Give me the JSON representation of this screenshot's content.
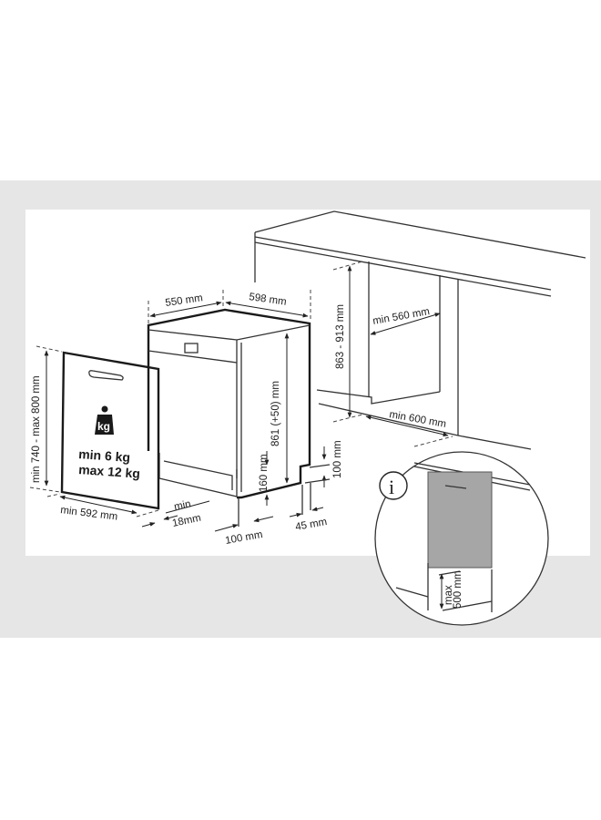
{
  "colors": {
    "background_band": "#e6e6e6",
    "panel": "#ffffff",
    "line": "#222222",
    "inset_door": "#a6a6a6"
  },
  "door": {
    "height": "min 740 - max 800 mm",
    "width": "min 592 mm",
    "weight_icon": "kg",
    "weight_min": "min  6 kg",
    "weight_max": "max 12 kg",
    "thickness_1": "min",
    "thickness_2": "18mm"
  },
  "appliance": {
    "depth": "550 mm",
    "width": "598 mm",
    "height": "861 (+50) mm",
    "plinth_height": "160 mm",
    "plinth_gap_a": "100 mm",
    "plinth_depth": "100 mm",
    "rear_gap": "45 mm"
  },
  "niche": {
    "height": "863 - 913 mm",
    "width": "min 560 mm",
    "depth": "min 600 mm"
  },
  "inset": {
    "icon": "info-icon",
    "info_glyph": "i",
    "max_line1": "max",
    "max_line2": "500 mm"
  }
}
